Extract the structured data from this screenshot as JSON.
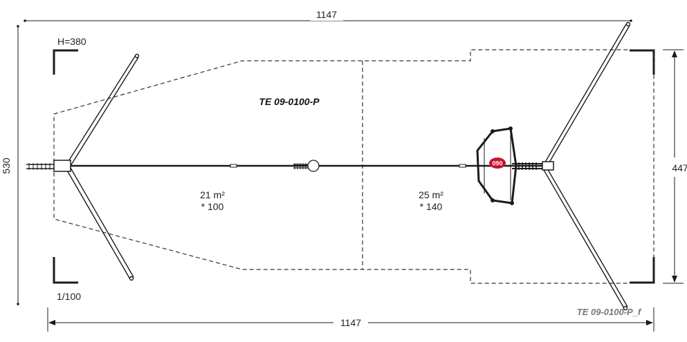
{
  "dimensions": {
    "top_width": "1147",
    "bottom_width": "1147",
    "left_height": "530",
    "right_height": "447"
  },
  "labels": {
    "height": "H=380",
    "scale": "1/100",
    "title": "TE 09-0100-P",
    "reference": "TE 09-0100-P_f"
  },
  "zones": [
    {
      "area": "21 m²",
      "depth": "* 100"
    },
    {
      "area": "25 m²",
      "depth": "* 140"
    }
  ],
  "badge": {
    "text": "090",
    "color": "#c8102e"
  },
  "colors": {
    "line": "#1a1a1a",
    "dashed": "#333333",
    "ref": "#777777"
  }
}
